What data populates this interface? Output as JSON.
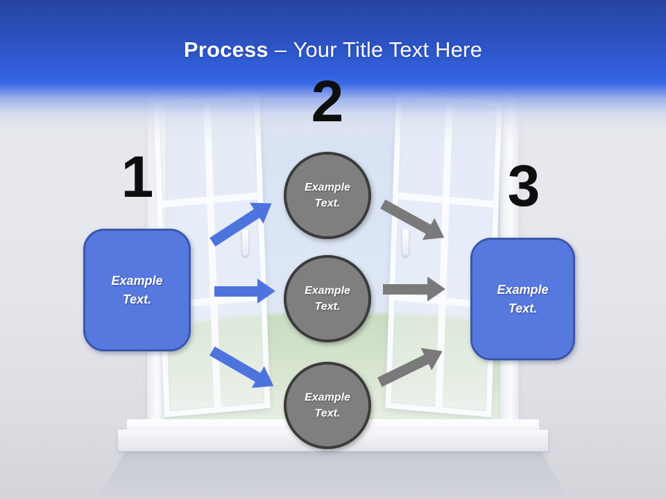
{
  "title": {
    "bold": "Process",
    "dash": "–",
    "regular": "Your Title Text Here"
  },
  "steps": [
    {
      "number": "1",
      "label": "Example Text."
    },
    {
      "number": "2",
      "circles": [
        "Example Text.",
        "Example Text.",
        "Example Text."
      ]
    },
    {
      "number": "3",
      "label": "Example Text."
    }
  ],
  "arrows": {
    "blue_directions": [
      "up-right",
      "right",
      "down-right"
    ],
    "gray_directions": [
      "down-right",
      "right",
      "up-right"
    ]
  },
  "colors": {
    "header_top": "#27449e",
    "header_blue": "#3261de",
    "title_color": "#ffffff",
    "number_color": "#0e0e0e",
    "box_fill": "#5778de",
    "box_border": "#3a57a8",
    "circle_fill": "#7f7f7f",
    "circle_border": "#3b3b3b",
    "arrow_blue": "#4d74dd",
    "arrow_gray": "#7a7a7a",
    "sky": "#cddcf3",
    "grass": "#b9d4a6"
  }
}
